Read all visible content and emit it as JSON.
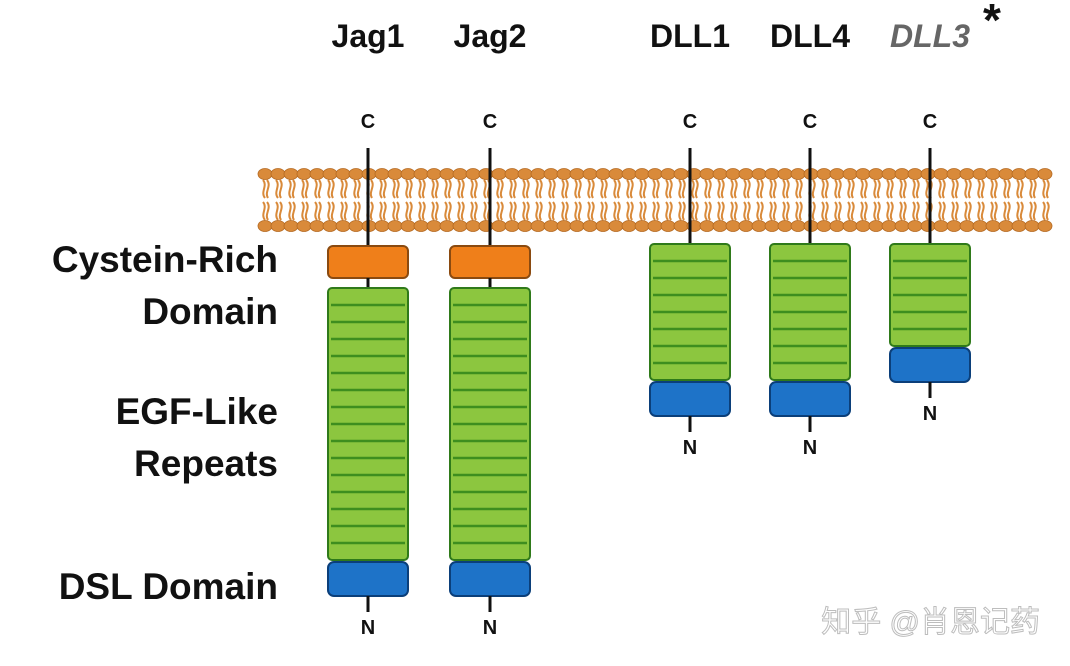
{
  "proteins": [
    {
      "name": "Jag1",
      "italic": false,
      "has_cys_rich": true,
      "egf_repeats": 16,
      "c_label": "C",
      "n_label": "N"
    },
    {
      "name": "Jag2",
      "italic": false,
      "has_cys_rich": true,
      "egf_repeats": 16,
      "c_label": "C",
      "n_label": "N"
    },
    {
      "name": "DLL1",
      "italic": false,
      "has_cys_rich": false,
      "egf_repeats": 8,
      "c_label": "C",
      "n_label": "N"
    },
    {
      "name": "DLL4",
      "italic": false,
      "has_cys_rich": false,
      "egf_repeats": 8,
      "c_label": "C",
      "n_label": "N"
    },
    {
      "name": "DLL3",
      "italic": true,
      "marker": "*",
      "has_cys_rich": false,
      "egf_repeats": 6,
      "c_label": "C",
      "n_label": "N"
    }
  ],
  "legend": {
    "cys_rich": [
      "Cystein-Rich",
      "Domain"
    ],
    "egf": [
      "EGF-Like",
      "Repeats"
    ],
    "dsl": [
      "DSL Domain"
    ]
  },
  "watermark": "知乎 @肖恩记药",
  "colors": {
    "membrane": "#d98a3a",
    "cys_rich": "#ef7f1a",
    "egf": "#8cc63f",
    "egf_stripe": "#3e8e1f",
    "dsl": "#1e73c8",
    "text": "#111111",
    "dll3_text": "#666666"
  }
}
